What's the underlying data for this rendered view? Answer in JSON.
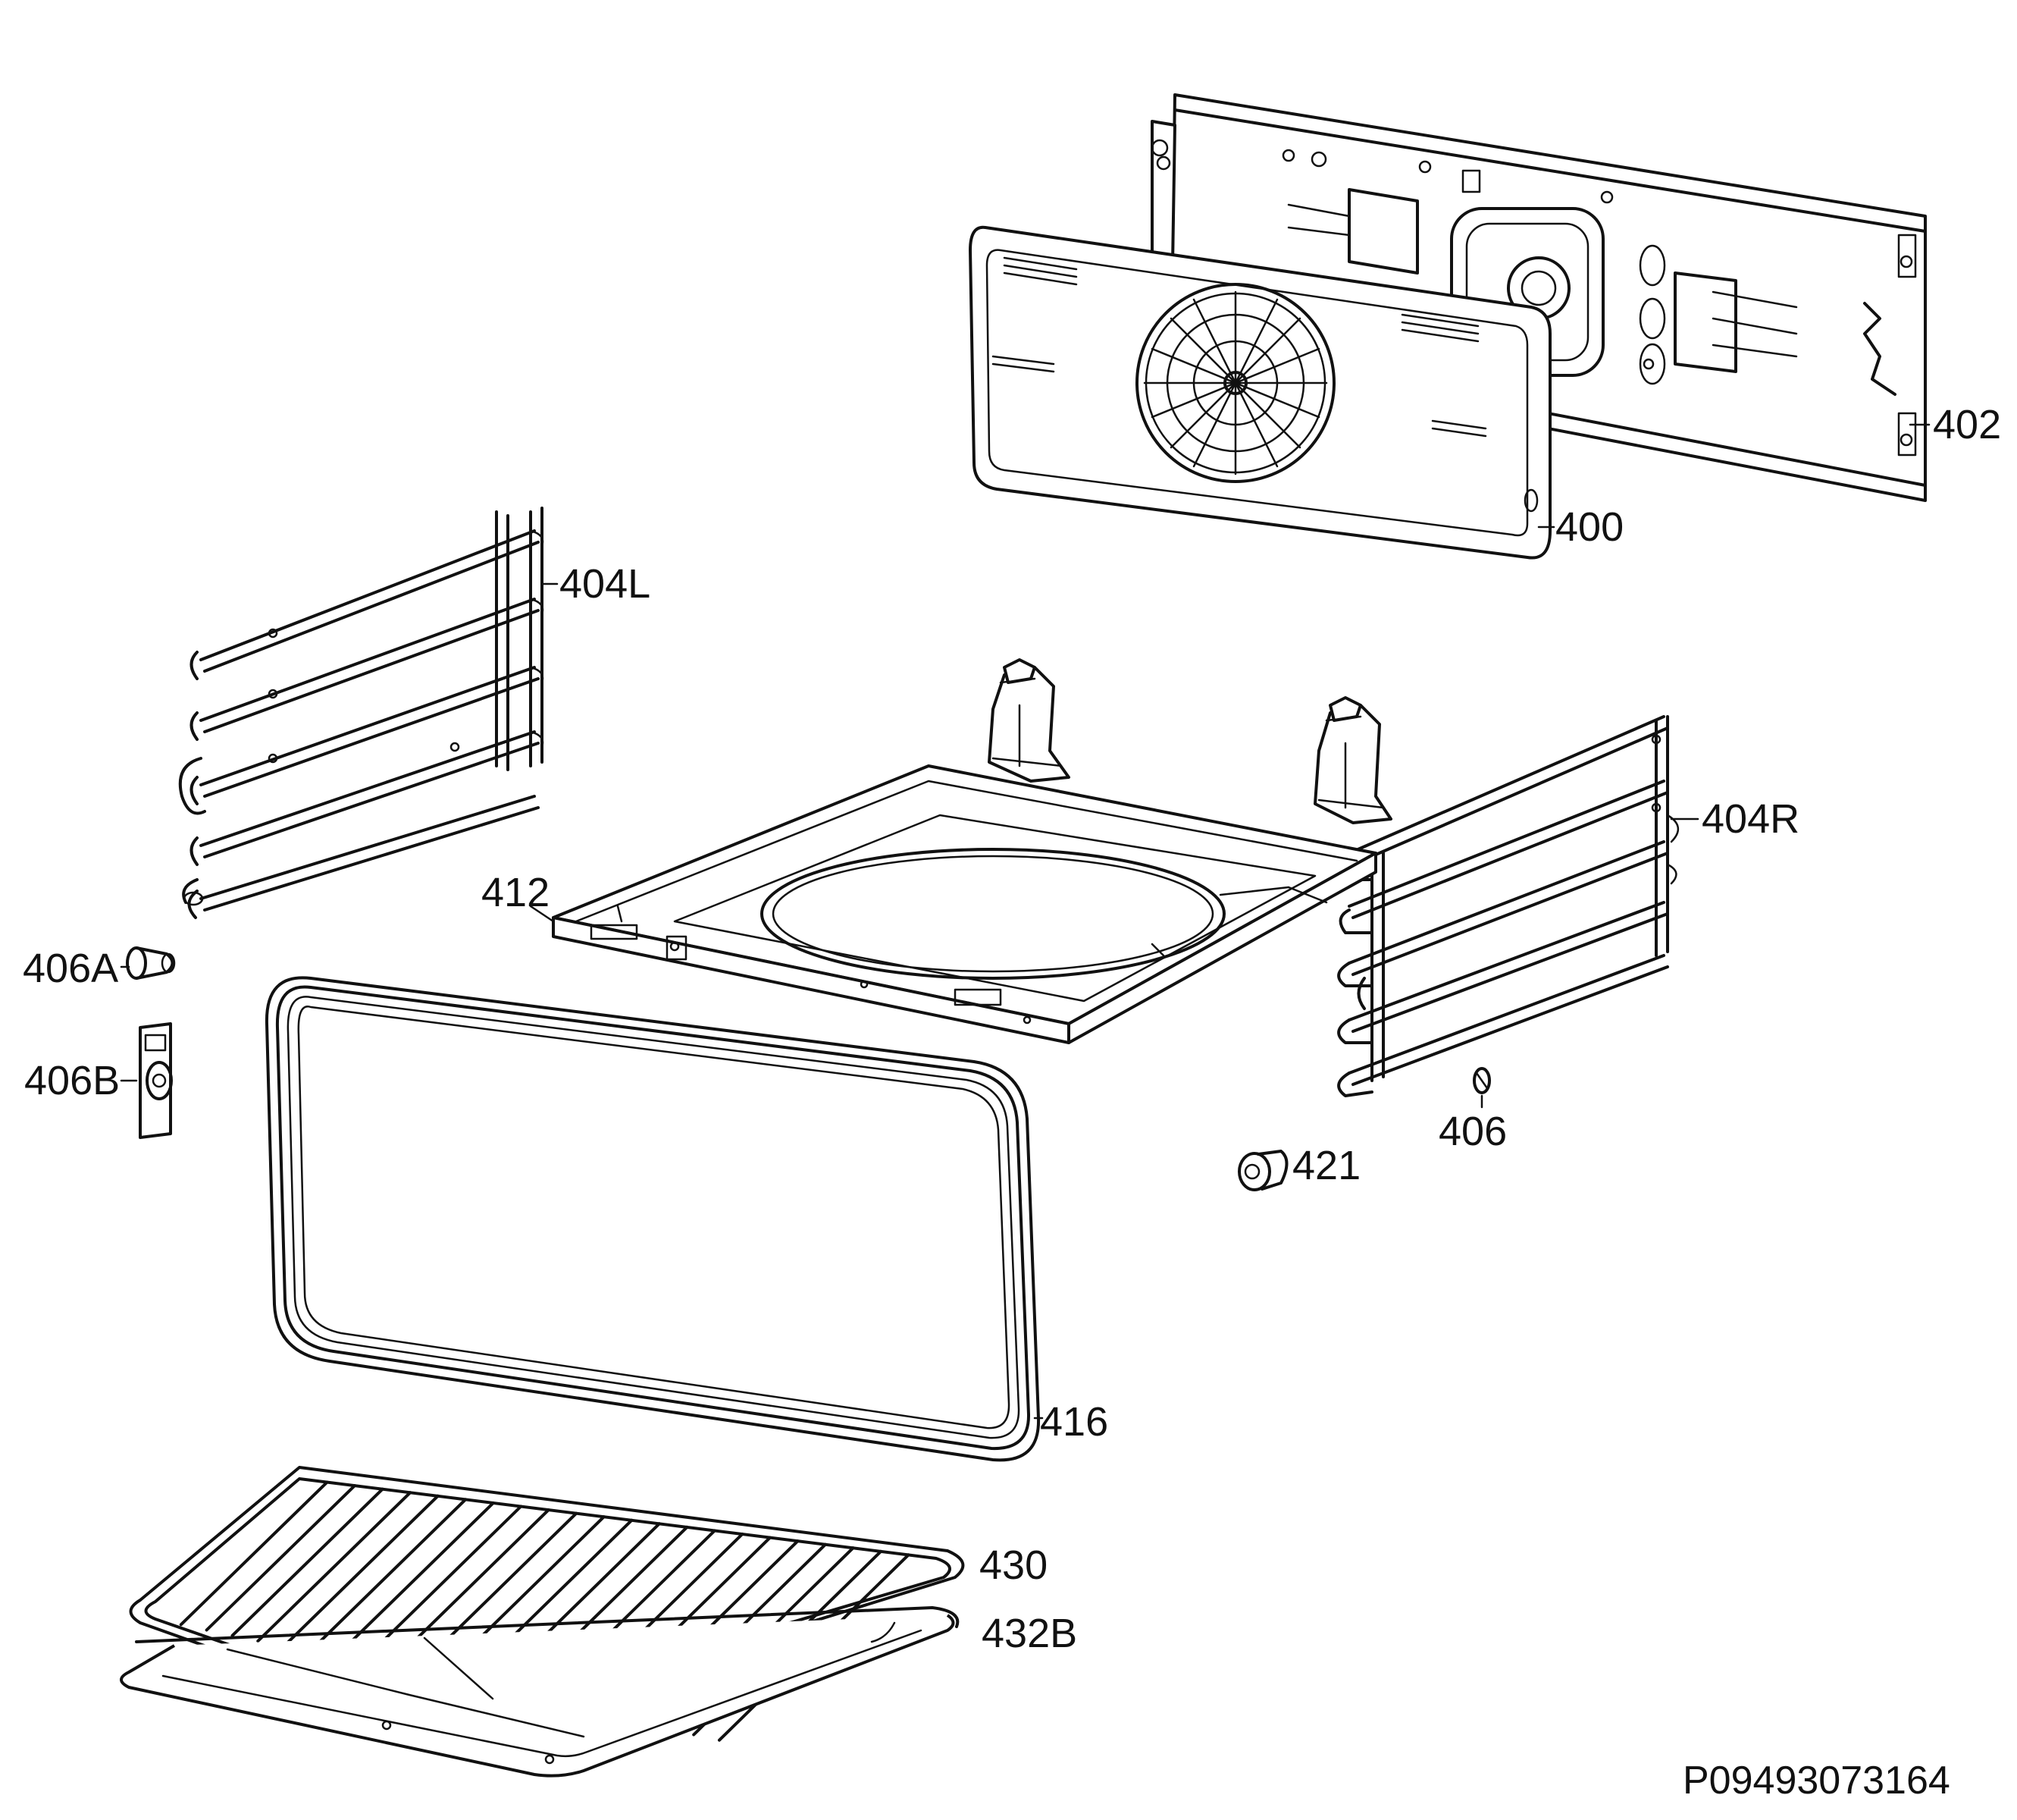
{
  "labels": {
    "p400": "400",
    "p402": "402",
    "p404L": "404L",
    "p404R": "404R",
    "p406": "406",
    "p406A": "406A",
    "p406B": "406B",
    "p412": "412",
    "p416": "416",
    "p421": "421",
    "p430": "430",
    "p432B": "432B"
  },
  "drawing_code": "P09493073164"
}
